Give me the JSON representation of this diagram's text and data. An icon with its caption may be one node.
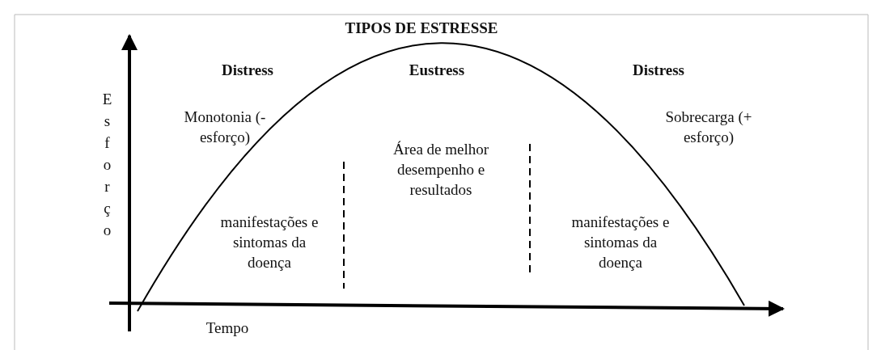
{
  "diagram": {
    "title": "TIPOS DE ESTRESSE",
    "labels": [
      "Distress",
      "Eustress",
      "Distress",
      "Esforço",
      "Monotonia (- esforço)",
      "Área de melhor desempenho e resultados",
      "Sobrecarga (+ esforço)",
      "manifestações e sintomas da doença",
      "manifestações e sintomas da doença",
      "Tempo"
    ]
  }
}
